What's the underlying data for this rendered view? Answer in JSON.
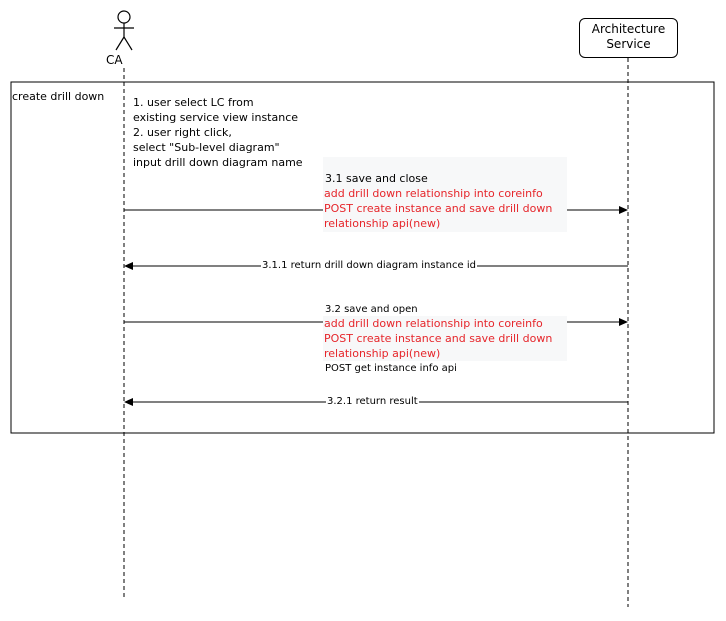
{
  "participants": {
    "ca": {
      "label": "CA"
    },
    "service": {
      "line1": "Architecture",
      "line2": "Service"
    }
  },
  "fragment": {
    "label": "create drill down"
  },
  "notes": {
    "steps": [
      "1. user select LC from",
      "existing service view instance",
      "2. user right click,",
      "select \"Sub-level diagram\"",
      "input drill down diagram name"
    ]
  },
  "messages": {
    "m31": {
      "title": "3.1 save and close",
      "lines": [
        "add drill down relationship into coreinfo",
        "POST create instance and save drill down",
        "relationship api(new)"
      ]
    },
    "m311": {
      "label": "3.1.1 return drill down diagram instance id"
    },
    "m32": {
      "title": "3.2 save and open",
      "lines": [
        "add drill down relationship into coreinfo",
        "POST create instance and save drill down",
        "relationship api(new)"
      ],
      "extra": "POST get instance info api"
    },
    "m321": {
      "label": "3.2.1 return result"
    }
  },
  "colors": {
    "highlight": "#e6262b",
    "line": "#000000",
    "plate": "#f7f8f9"
  }
}
